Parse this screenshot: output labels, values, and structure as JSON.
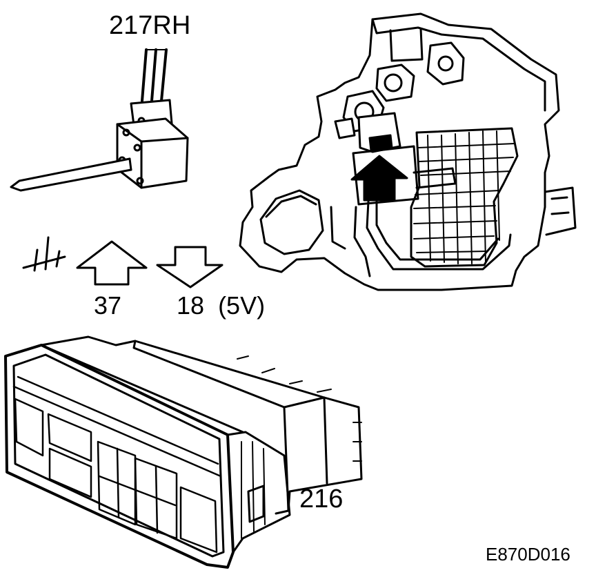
{
  "labels": {
    "sensor_id": "217RH",
    "ground_pin": "37",
    "supply_pin": "18",
    "supply_voltage": "(5V)",
    "control_unit_id": "216",
    "figure_code": "E870D016"
  },
  "icons": [
    "ground-symbol-icon",
    "arrow-up-icon",
    "arrow-down-icon",
    "location-arrow-icon"
  ],
  "colors": {
    "line": "#000000",
    "background": "#ffffff"
  }
}
